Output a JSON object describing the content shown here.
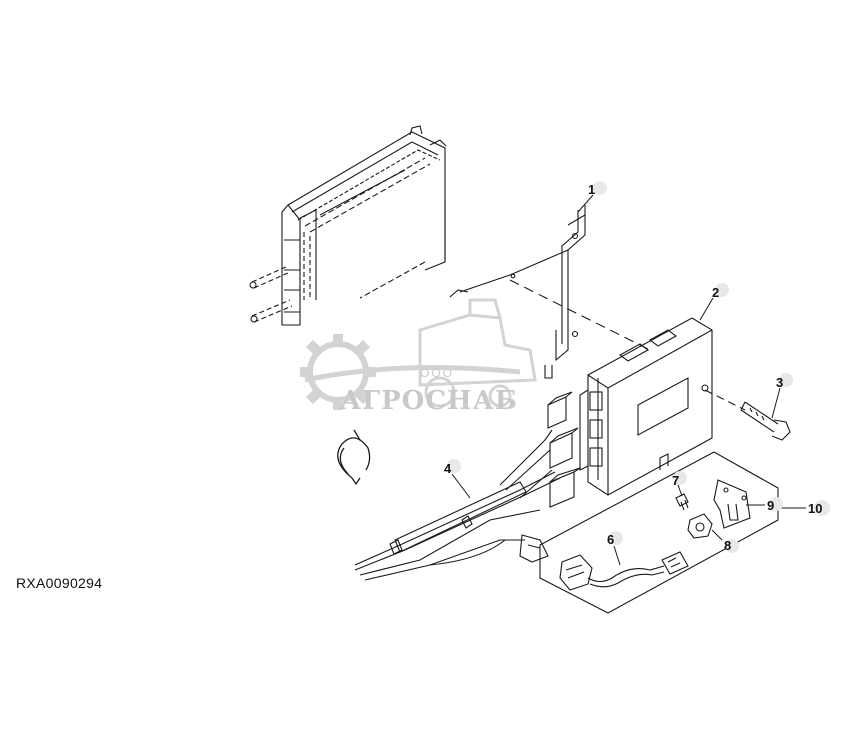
{
  "figure": {
    "reference_code": "RXA0090294",
    "callouts": [
      {
        "id": "1",
        "label": "1"
      },
      {
        "id": "2",
        "label": "2"
      },
      {
        "id": "3",
        "label": "3"
      },
      {
        "id": "4",
        "label": "4"
      },
      {
        "id": "6",
        "label": "6"
      },
      {
        "id": "7",
        "label": "7"
      },
      {
        "id": "8",
        "label": "8"
      },
      {
        "id": "9",
        "label": "9"
      },
      {
        "id": "10",
        "label": "10"
      }
    ]
  },
  "watermark": {
    "brand": "АГРОСНАБ",
    "prefix": "ООО"
  },
  "colors": {
    "line": "#1a1a1a",
    "watermark": "#c4c4c4",
    "callout_fill": "#e8e8e8"
  }
}
